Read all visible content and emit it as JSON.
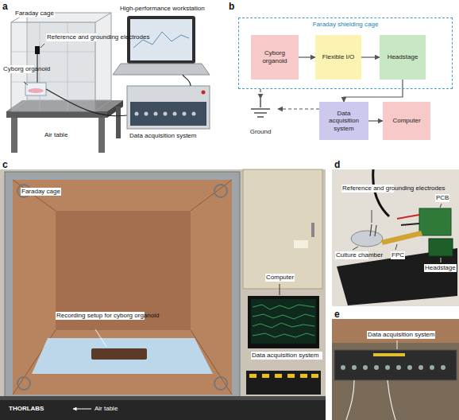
{
  "diagram": {
    "nodes": [
      {
        "text": [
          "Faraday shielding cage"
        ]
      },
      {
        "text": [
          "Cyborg organoid"
        ],
        "in": 0
      },
      {
        "text": [
          "Flexible I/O"
        ],
        "in": 0
      },
      {
        "text": [
          "Headstage"
        ],
        "in": 0
      },
      {
        "text": [
          "Ground"
        ]
      },
      {
        "text": [
          "Data acquisition system"
        ]
      },
      {
        "text": [
          "Computer"
        ]
      }
    ],
    "edges": [
      {
        "from": 1,
        "to": 2,
        "arrow": "to"
      },
      {
        "from": 2,
        "to": 3,
        "arrow": "to"
      },
      {
        "from": 3,
        "to": 5,
        "arrow": "to"
      },
      {
        "from": 5,
        "to": 6,
        "arrow": "to"
      },
      {
        "from": 0,
        "to": 4,
        "arrow": "to"
      },
      {
        "from": 5,
        "to": 4,
        "arrow": "to"
      }
    ],
    "labels": [
      "a",
      "Faraday cage",
      "High-performance workstation",
      "Reference and grounding electrodes",
      "Cyborg organoid",
      "Air table",
      "Data acquisition system",
      "b",
      "c",
      "Faraday cage",
      "Recording setup for cyborg organoid",
      "Air table",
      "Computer",
      "Data acquisition system",
      "THORLABS",
      "d",
      "Reference and grounding electrodes",
      "PCB",
      "Culture chamber",
      "FPC",
      "Headstage",
      "e",
      "Data acquisition system"
    ]
  }
}
